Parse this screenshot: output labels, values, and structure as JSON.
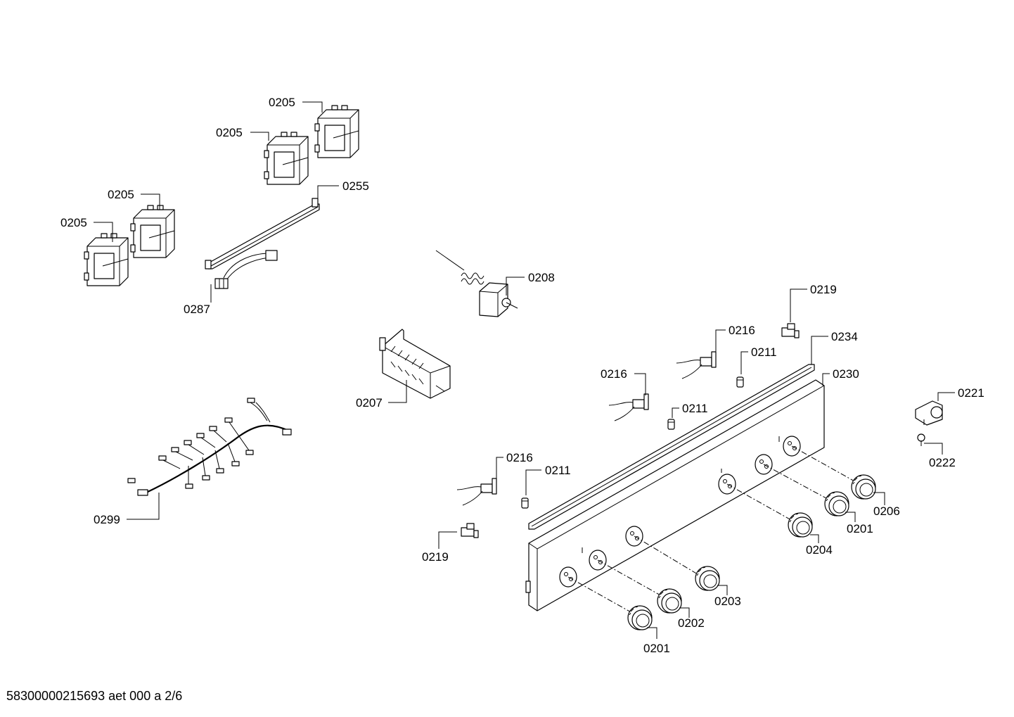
{
  "document": {
    "footer": "58300000215693 aet 000 a 2/6"
  },
  "callouts": [
    {
      "id": "sw-a",
      "label": "0205"
    },
    {
      "id": "sw-b",
      "label": "0205"
    },
    {
      "id": "sw-c",
      "label": "0205"
    },
    {
      "id": "sw-d",
      "label": "0205"
    },
    {
      "id": "bracket",
      "label": "0255"
    },
    {
      "id": "connector",
      "label": "0287"
    },
    {
      "id": "thermostat",
      "label": "0208"
    },
    {
      "id": "selector",
      "label": "0207"
    },
    {
      "id": "harness",
      "label": "0299"
    },
    {
      "id": "lamp-top",
      "label": "0219"
    },
    {
      "id": "lamp-bottom",
      "label": "0219"
    },
    {
      "id": "profile",
      "label": "0234"
    },
    {
      "id": "panel",
      "label": "0230"
    },
    {
      "id": "spacer-1",
      "label": "0211"
    },
    {
      "id": "spacer-2",
      "label": "0211"
    },
    {
      "id": "spacer-3",
      "label": "0211"
    },
    {
      "id": "reg-1",
      "label": "0216"
    },
    {
      "id": "reg-2",
      "label": "0216"
    },
    {
      "id": "reg-3",
      "label": "0216"
    },
    {
      "id": "clip",
      "label": "0221"
    },
    {
      "id": "screw",
      "label": "0222"
    },
    {
      "id": "knob-1",
      "label": "0206"
    },
    {
      "id": "knob-2",
      "label": "0201"
    },
    {
      "id": "knob-3",
      "label": "0204"
    },
    {
      "id": "knob-4",
      "label": "0203"
    },
    {
      "id": "knob-5",
      "label": "0202"
    },
    {
      "id": "knob-6",
      "label": "0201"
    }
  ]
}
